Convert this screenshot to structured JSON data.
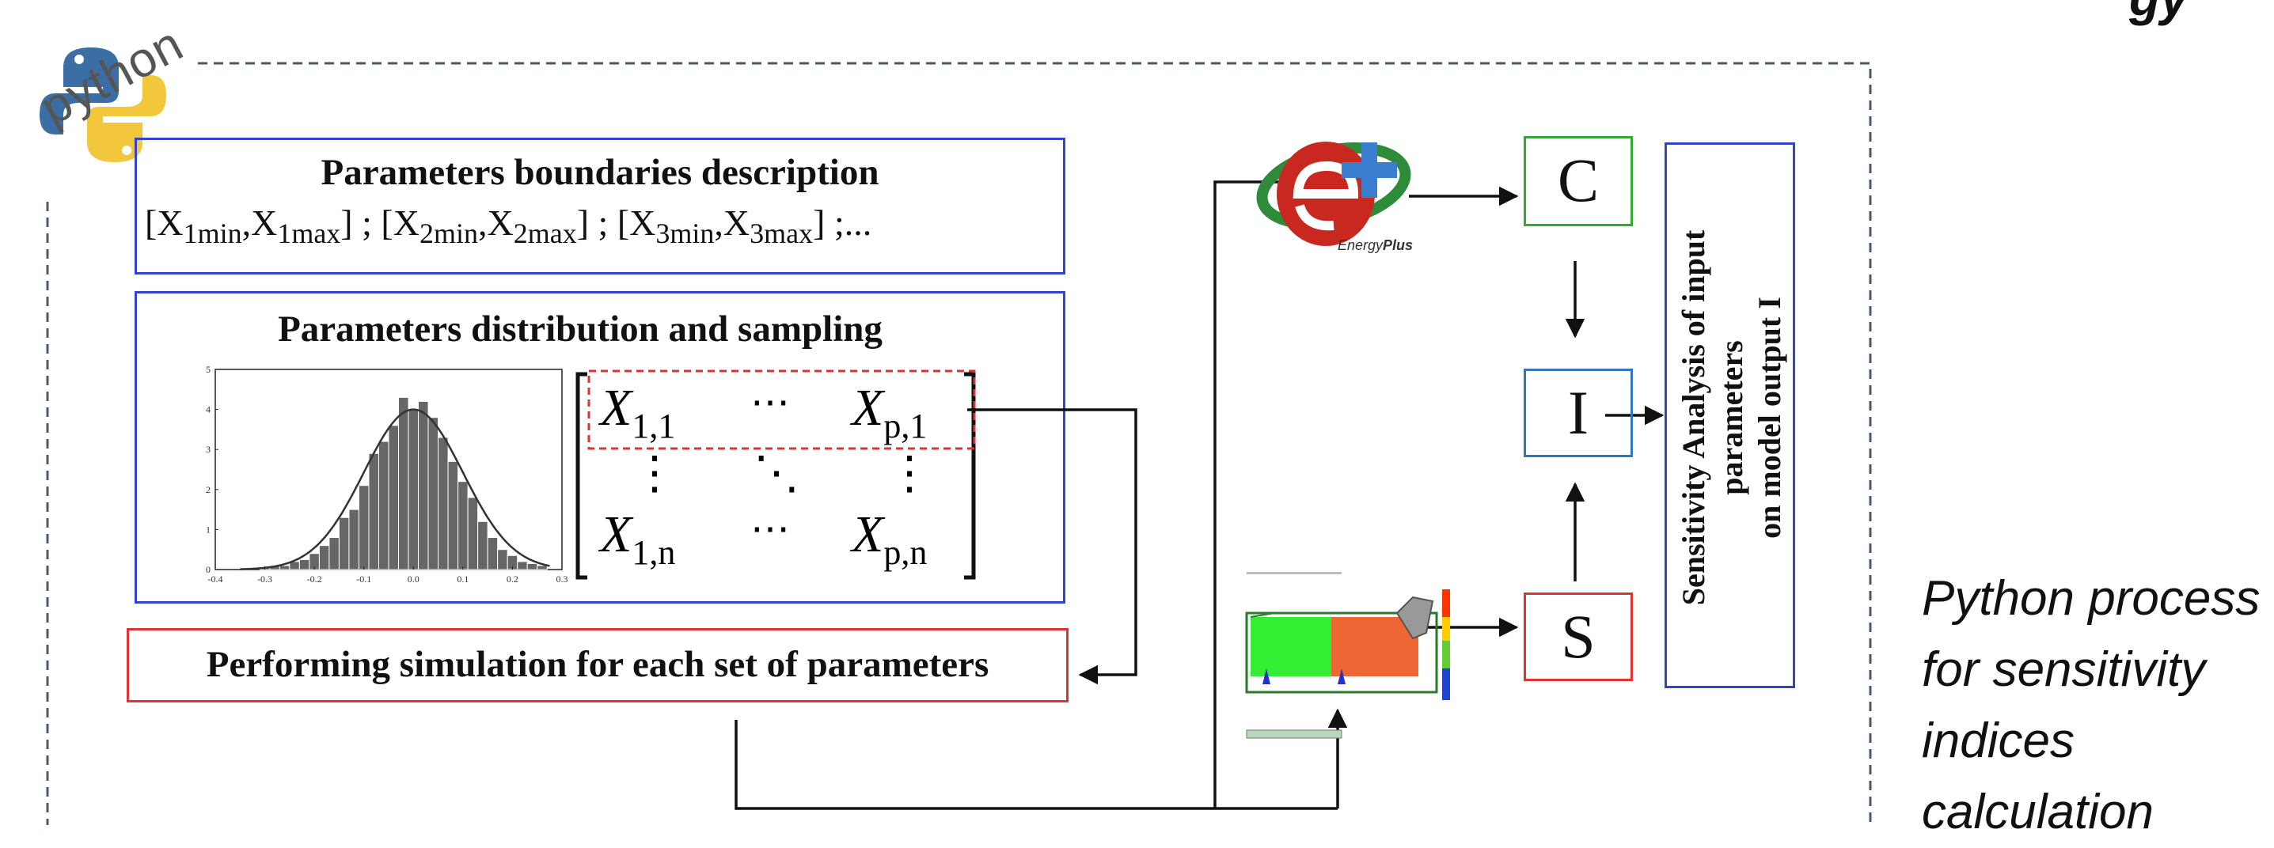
{
  "corner_glyph": "gy",
  "python_logo": {
    "word": "python"
  },
  "boundaries": {
    "title": "Parameters boundaries description",
    "ranges": [
      {
        "open": "[",
        "var": "X",
        "lo": "1min",
        "comma": ",",
        "var2": "X",
        "hi": "1max",
        "close": "]"
      },
      {
        "open": "[",
        "var": "X",
        "lo": "2min",
        "comma": ",",
        "var2": "X",
        "hi": "2max",
        "close": "]"
      },
      {
        "open": "[",
        "var": "X",
        "lo": "3min",
        "comma": ",",
        "var2": "X",
        "hi": "3max",
        "close": "]"
      }
    ],
    "separator": " ; ",
    "tail": " ;..."
  },
  "sampling": {
    "title": "Parameters distribution and sampling",
    "histogram": {
      "xlim": [
        -0.4,
        0.3
      ],
      "ylim": [
        0,
        5
      ],
      "xticks": [
        "-0.4",
        "-0.3",
        "-0.2",
        "-0.1",
        "0.0",
        "0.1",
        "0.2",
        "0.3"
      ],
      "yticks": [
        "0",
        "1",
        "2",
        "3",
        "4",
        "5"
      ],
      "bins": [
        {
          "x": -0.3,
          "y": 0.05
        },
        {
          "x": -0.28,
          "y": 0.1
        },
        {
          "x": -0.26,
          "y": 0.1
        },
        {
          "x": -0.24,
          "y": 0.2
        },
        {
          "x": -0.22,
          "y": 0.25
        },
        {
          "x": -0.2,
          "y": 0.4
        },
        {
          "x": -0.18,
          "y": 0.6
        },
        {
          "x": -0.16,
          "y": 0.8
        },
        {
          "x": -0.14,
          "y": 1.3
        },
        {
          "x": -0.12,
          "y": 1.5
        },
        {
          "x": -0.1,
          "y": 2.1
        },
        {
          "x": -0.08,
          "y": 2.9
        },
        {
          "x": -0.06,
          "y": 3.2
        },
        {
          "x": -0.04,
          "y": 3.6
        },
        {
          "x": -0.02,
          "y": 4.3
        },
        {
          "x": 0.0,
          "y": 4.0
        },
        {
          "x": 0.02,
          "y": 4.2
        },
        {
          "x": 0.04,
          "y": 3.8
        },
        {
          "x": 0.06,
          "y": 3.3
        },
        {
          "x": 0.08,
          "y": 2.7
        },
        {
          "x": 0.1,
          "y": 2.2
        },
        {
          "x": 0.12,
          "y": 1.8
        },
        {
          "x": 0.14,
          "y": 1.2
        },
        {
          "x": 0.16,
          "y": 0.8
        },
        {
          "x": 0.18,
          "y": 0.5
        },
        {
          "x": 0.2,
          "y": 0.35
        },
        {
          "x": 0.22,
          "y": 0.2
        },
        {
          "x": 0.24,
          "y": 0.15
        },
        {
          "x": 0.26,
          "y": 0.1
        }
      ],
      "curve": {
        "mean": 0.0,
        "sd": 0.1,
        "peak": 4.0
      }
    },
    "matrix": {
      "cells": {
        "top_left": {
          "base": "X",
          "sub": "1,1"
        },
        "top_dots": "⋯",
        "top_right": {
          "base": "X",
          "sub": "p,1"
        },
        "mid_left": "⋮",
        "mid_center": "⋱",
        "mid_right": "⋮",
        "bottom_left": {
          "base": "X",
          "sub": "1,n"
        },
        "bottom_dots": "⋯",
        "bottom_right": {
          "base": "X",
          "sub": "p,n"
        }
      }
    }
  },
  "simulation": {
    "label": "Performing simulation for each set of parameters"
  },
  "energyplus": {
    "word_energy": "Energy",
    "word_plus": "Plus"
  },
  "nodes": {
    "c": "C",
    "i": "I",
    "s": "S"
  },
  "sensitivity": {
    "lines": [
      "Sensitivity Analysis of input",
      "parameters",
      "on model output I"
    ]
  },
  "caption": {
    "lines": [
      "Python process",
      "for sensitivity",
      "indices",
      "calculation"
    ]
  },
  "colors": {
    "blue": "#3344cc",
    "red": "#dd3333",
    "green": "#33aa33",
    "node_blue": "#3377bb",
    "dash": "#4a5a6a"
  }
}
